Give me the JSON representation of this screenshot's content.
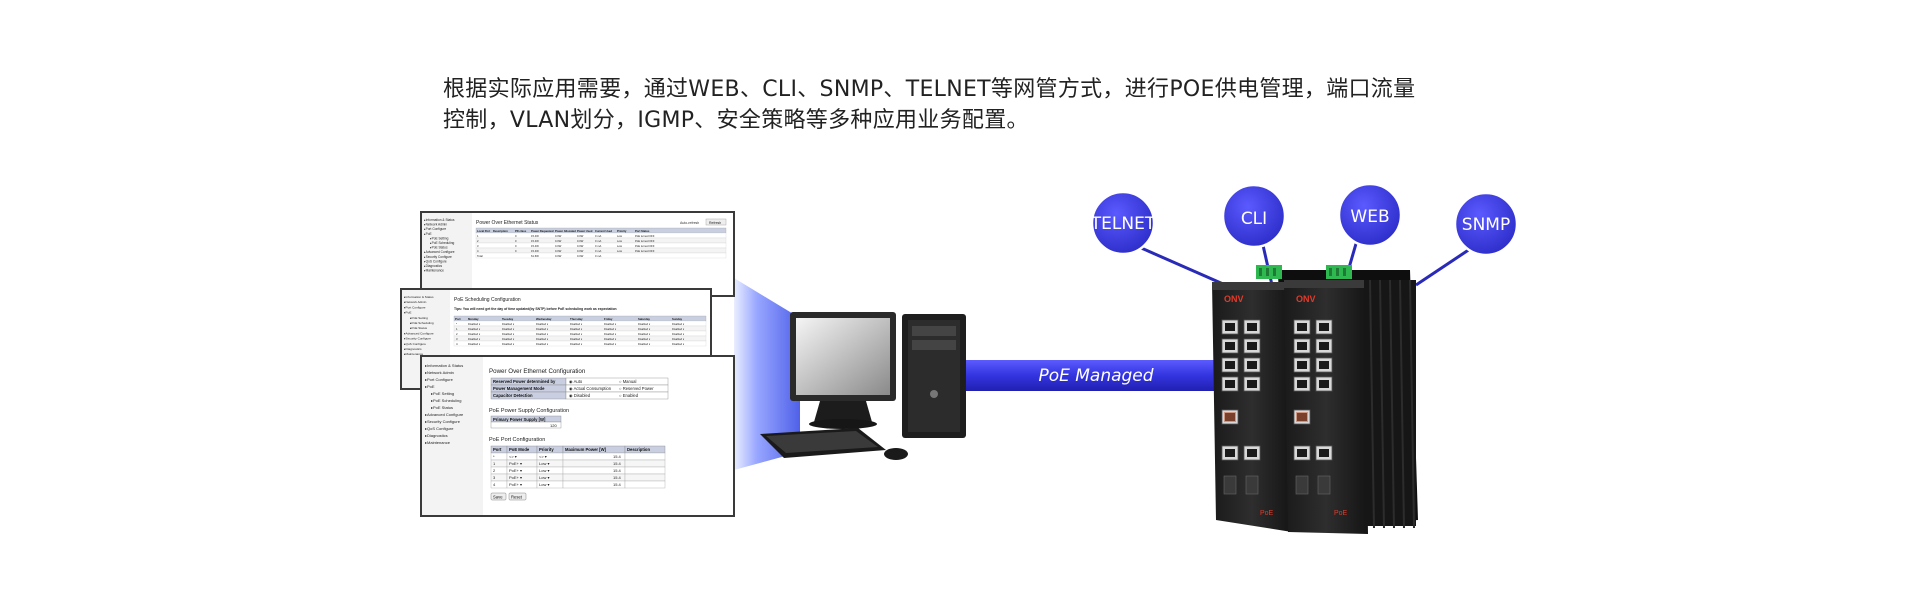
{
  "intro": {
    "line1": "根据实际应用需要，通过WEB、CLI、SNMP、TELNET等网管方式，进行POE供电管理，端口流量",
    "line2": "控制，VLAN划分，IGMP、安全策略等多种应用业务配置。"
  },
  "protocols": {
    "telnet": "TELNET",
    "cli": "CLI",
    "web": "WEB",
    "snmp": "SNMP"
  },
  "link_label": "PoE Managed",
  "screens": {
    "status_title": "Power Over Ethernet Status",
    "status_headers": [
      "Local Port",
      "Description",
      "PD class",
      "Power Requested",
      "Power Allocated",
      "Power Used",
      "Current Used",
      "Priority",
      "Port Status"
    ],
    "status_rows": [
      [
        "1",
        "",
        "0",
        "15.4W",
        "0.0W",
        "0.0W",
        "0 mA",
        "Low",
        "PoE turned OFF"
      ],
      [
        "2",
        "",
        "0",
        "15.4W",
        "0.0W",
        "0.0W",
        "0 mA",
        "Low",
        "PoE turned OFF"
      ],
      [
        "3",
        "",
        "0",
        "15.4W",
        "0.0W",
        "0.0W",
        "0 mA",
        "Low",
        "PoE turned OFF"
      ],
      [
        "4",
        "",
        "0",
        "15.4W",
        "0.0W",
        "0.0W",
        "0 mA",
        "Low",
        "PoE turned OFF"
      ],
      [
        "Total",
        "",
        "",
        "61.6W",
        "0.0W",
        "0.0W",
        "0 mA",
        "",
        ""
      ]
    ],
    "sched_title": "PoE Scheduling Configuration",
    "sched_tip": "Tips: You will need get the day of time updated(by SNTP) before PoE scheduling work as expectation",
    "sched_days": [
      "Monday",
      "Tuesday",
      "Wednesday",
      "Thursday",
      "Friday",
      "Saturday",
      "Sunday"
    ],
    "sched_value": "Disabled",
    "config_title": "Power Over Ethernet Configuration",
    "config_rows": [
      {
        "label": "Reserved Power determined by",
        "opts": [
          "Auto",
          "Manual"
        ]
      },
      {
        "label": "Power Management Mode",
        "opts": [
          "Actual Consumption",
          "Reserved Power"
        ]
      },
      {
        "label": "Capacitor Detection",
        "opts": [
          "Disabled",
          "Enabled"
        ]
      }
    ],
    "supply_title": "PoE Power Supply Configuration",
    "supply_label": "Primary Power Supply [W]",
    "supply_value": "120",
    "port_title": "PoE Port Configuration",
    "port_headers": [
      "Port",
      "PoE Mode",
      "Priority",
      "Maximum Power [W]",
      "Description"
    ],
    "port_rows": [
      [
        "*",
        "<>",
        "<>",
        "15.4",
        ""
      ],
      [
        "1",
        "PoE+",
        "Low",
        "15.4",
        ""
      ],
      [
        "2",
        "PoE+",
        "Low",
        "15.4",
        ""
      ],
      [
        "3",
        "PoE+",
        "Low",
        "15.4",
        ""
      ],
      [
        "4",
        "PoE+",
        "Low",
        "15.4",
        ""
      ]
    ],
    "save": "Save",
    "reset": "Reset",
    "menu": [
      "Information & Status",
      "Network Admin",
      "Port Configure",
      "PoE",
      "PoE Setting",
      "PoE Scheduling",
      "PoE Status",
      "Advanced Configure",
      "Security Configure",
      "QoS Configure",
      "Diagnostics",
      "Maintenance"
    ],
    "auto_refresh": "Auto-refresh",
    "refresh": "Refresh"
  },
  "device": {
    "brand": "ONV",
    "poe_label": "PoE"
  },
  "colors": {
    "bubble": "#3f3fd6",
    "link": "#2f2fb8",
    "beam": "#5a6cf0"
  }
}
